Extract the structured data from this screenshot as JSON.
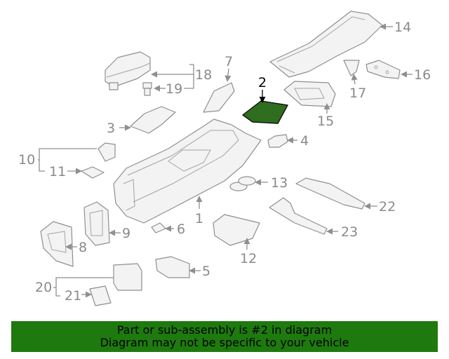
{
  "diagram": {
    "highlight_color": "#2e6e1e",
    "highlighted_part": "2",
    "callouts": [
      "1",
      "2",
      "3",
      "4",
      "5",
      "6",
      "7",
      "8",
      "9",
      "10",
      "11",
      "12",
      "13",
      "14",
      "15",
      "16",
      "17",
      "18",
      "19",
      "20",
      "21",
      "22",
      "23"
    ]
  },
  "banner": {
    "line1": "Part or sub-assembly is #2 in diagram",
    "line2": "Diagram may not be specific to your vehicle",
    "background": "#1e7a0e"
  }
}
